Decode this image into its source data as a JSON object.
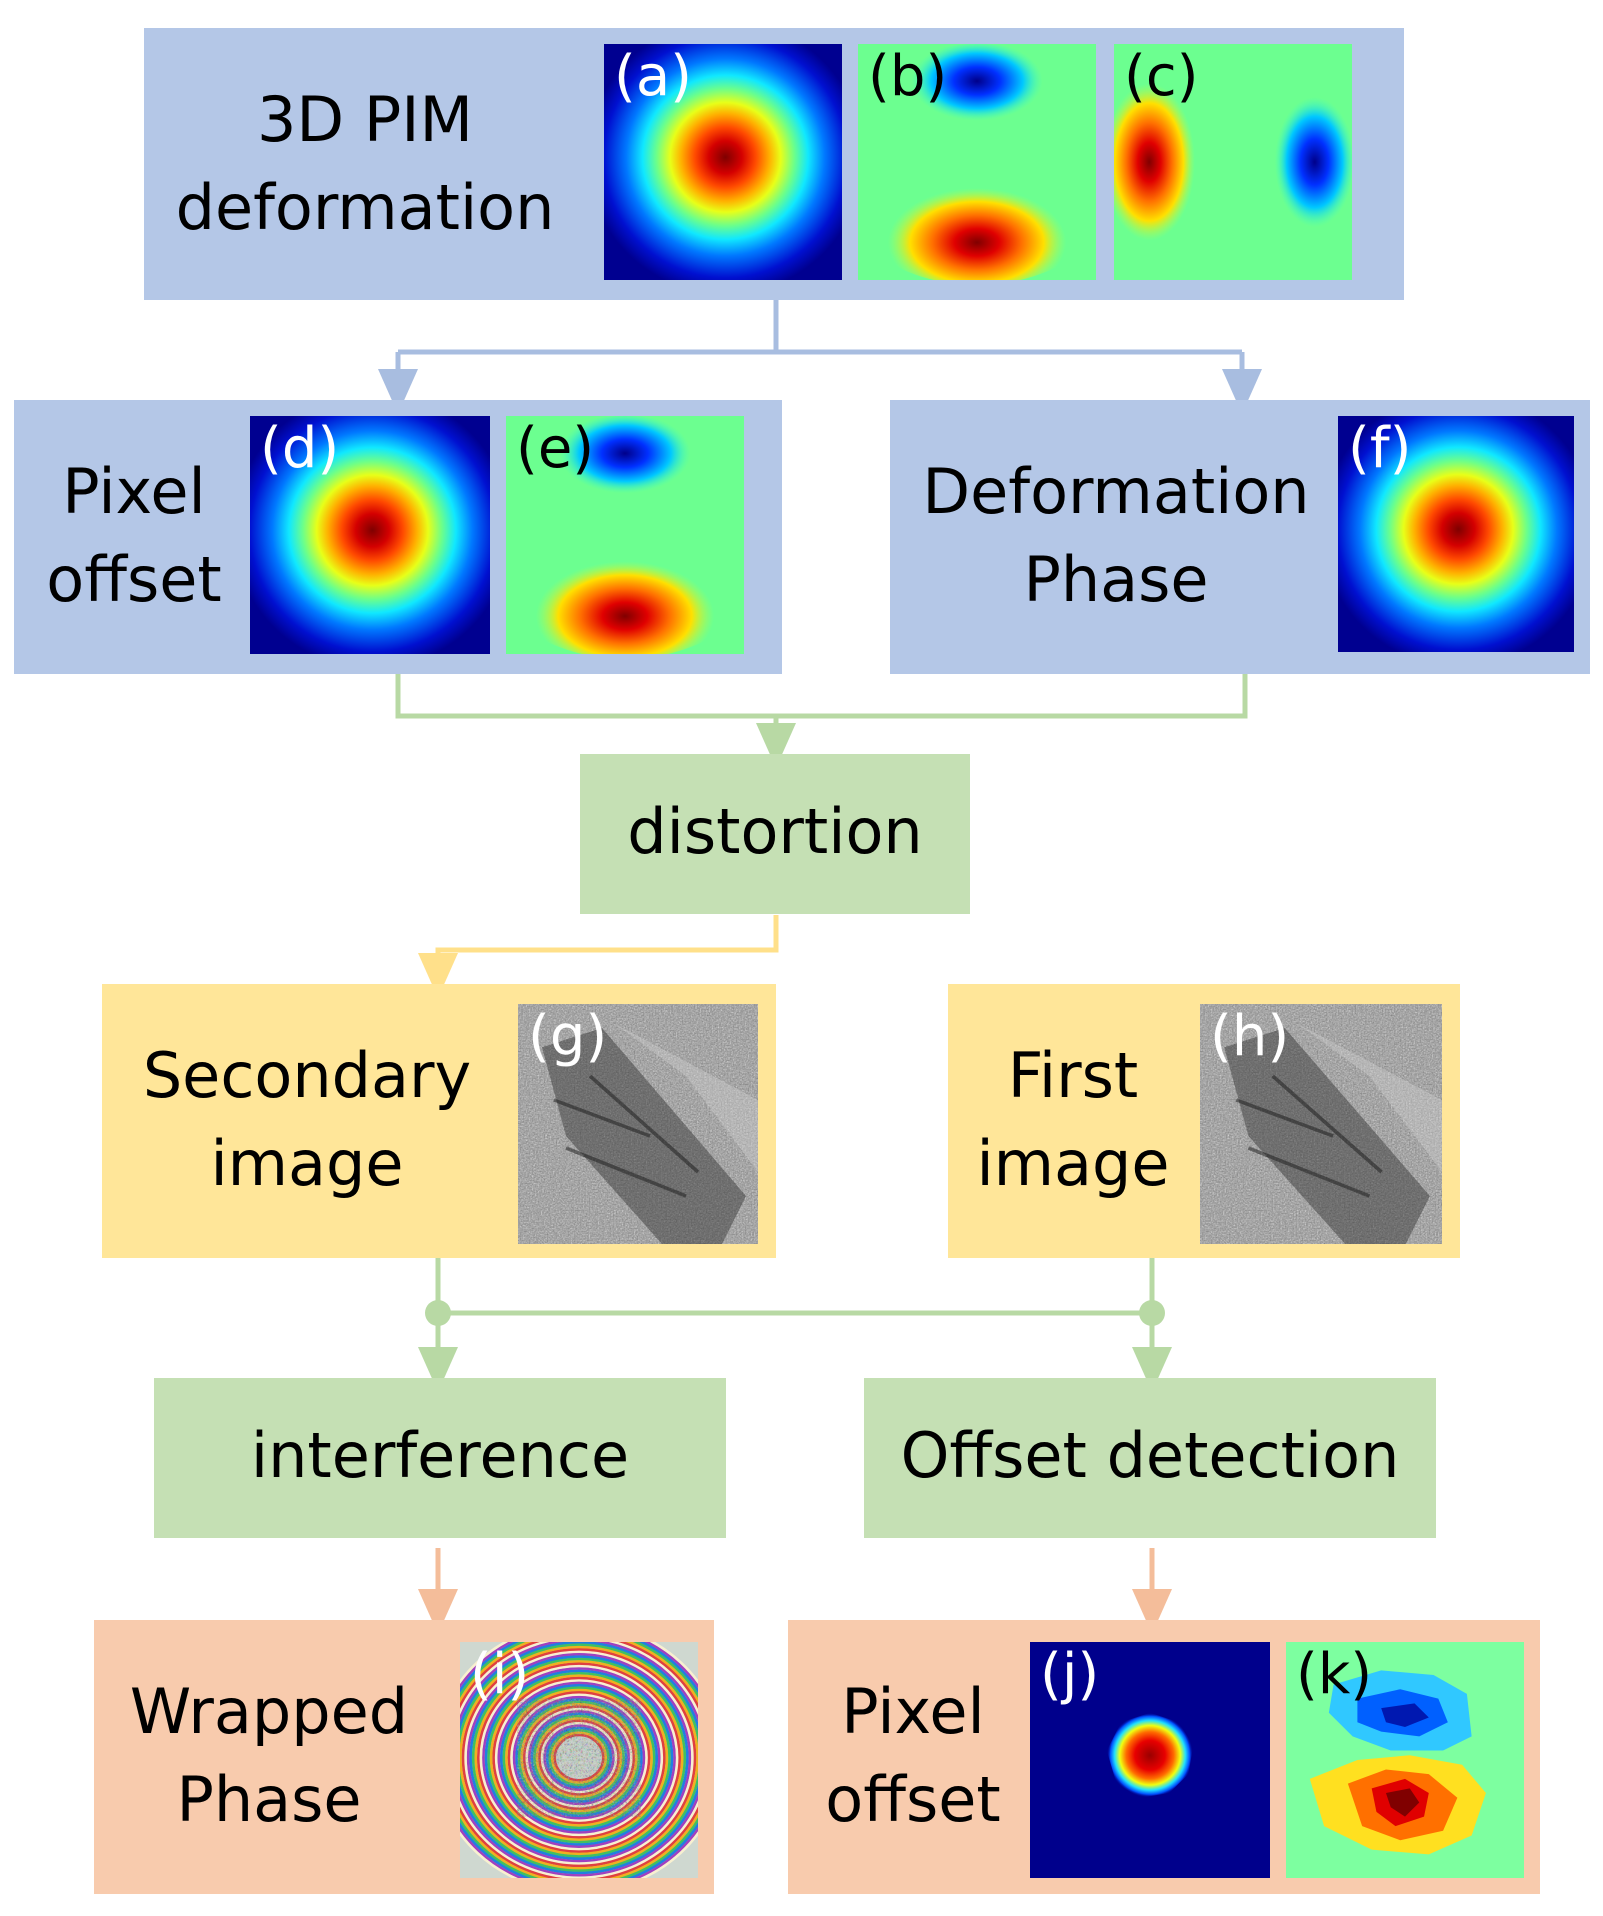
{
  "diagram": {
    "top": {
      "title_line1": "3D PIM",
      "title_line2": "deformation"
    },
    "pixel_offset_in": {
      "line1": "Pixel",
      "line2": "offset"
    },
    "deformation_phase": {
      "line1": "Deformation",
      "line2": "Phase"
    },
    "distortion": {
      "label": "distortion"
    },
    "secondary": {
      "line1": "Secondary",
      "line2": "image"
    },
    "first": {
      "line1": "First",
      "line2": "image"
    },
    "interference": {
      "label": "interference"
    },
    "offset_detection": {
      "label": "Offset detection"
    },
    "wrapped": {
      "line1": "Wrapped",
      "line2": "Phase"
    },
    "pixel_offset_out": {
      "line1": "Pixel",
      "line2": "offset"
    },
    "panels": {
      "a": "(a)",
      "b": "(b)",
      "c": "(c)",
      "d": "(d)",
      "e": "(e)",
      "f": "(f)",
      "g": "(g)",
      "h": "(h)",
      "i": "(i)",
      "j": "(j)",
      "k": "(k)"
    }
  },
  "colors": {
    "blue_box": "#b4c7e7",
    "blue_line": "#a8bde0",
    "green_box": "#c5e0b4",
    "green_line": "#b8d9a4",
    "yellow_box": "#ffe699",
    "yellow_line": "#ffe08a",
    "peach_box": "#f8cbad",
    "peach_line": "#f4bd9a"
  }
}
